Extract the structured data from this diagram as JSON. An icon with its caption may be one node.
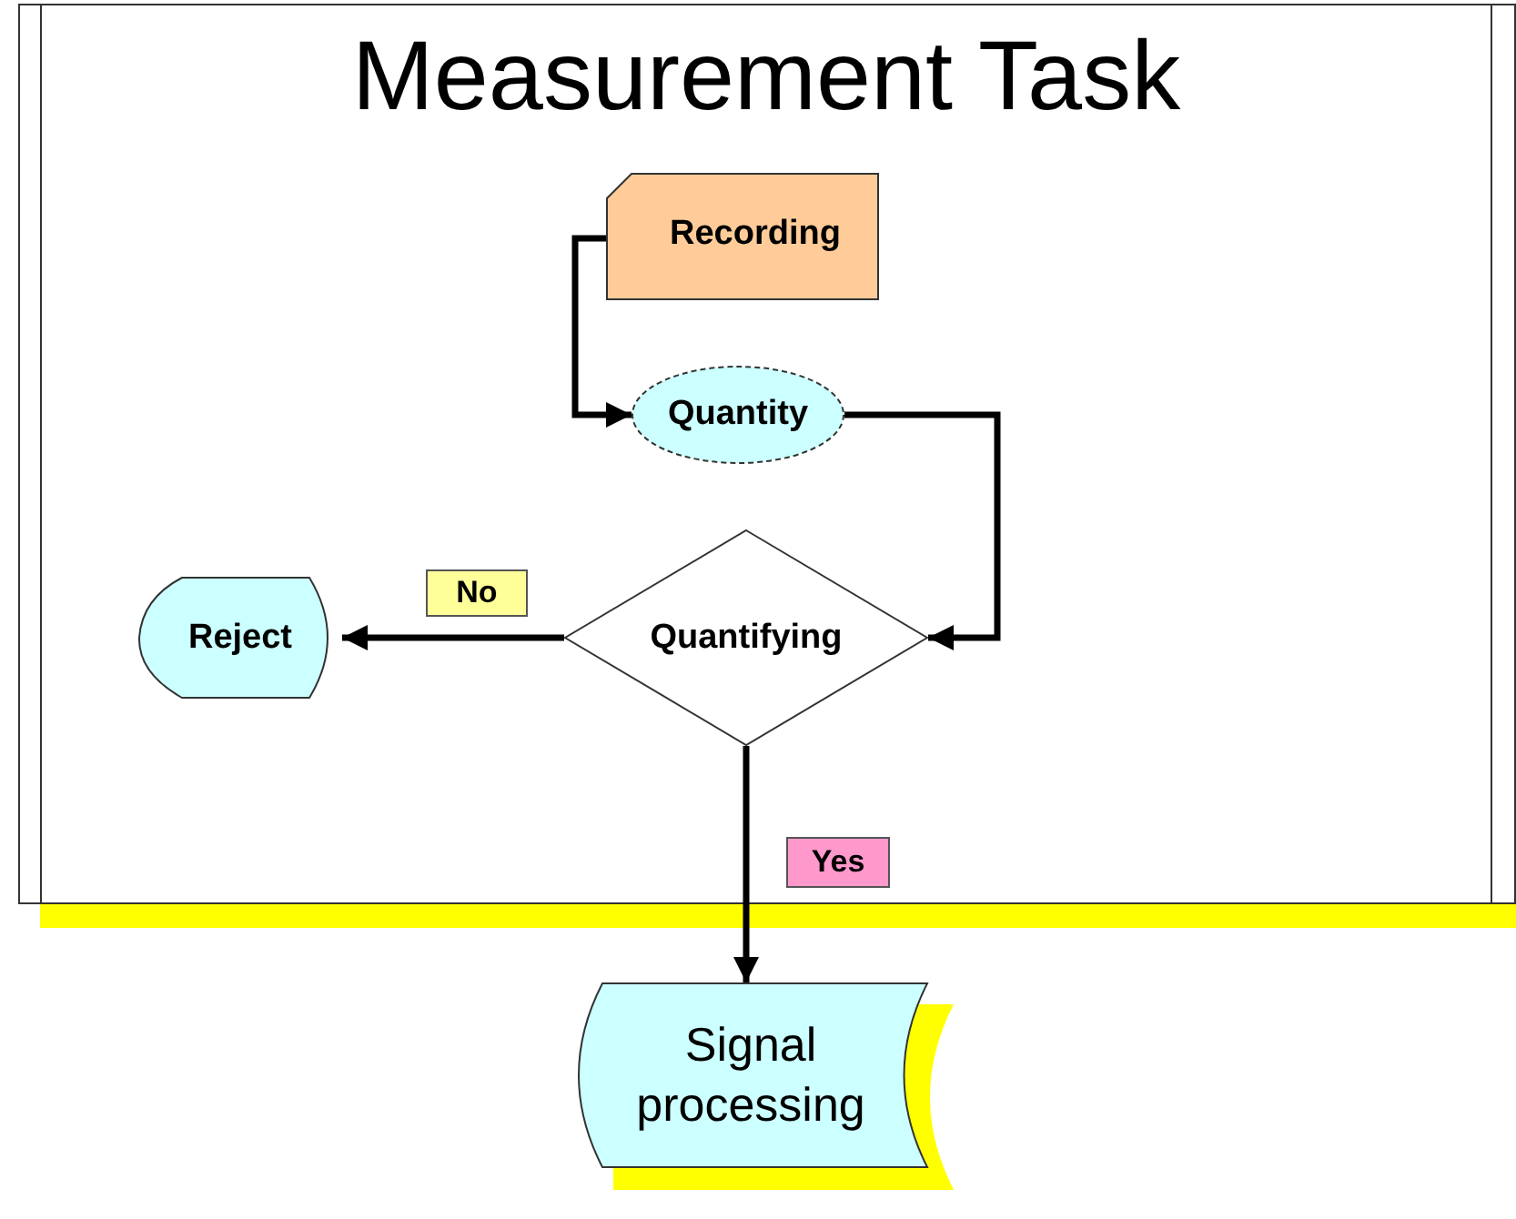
{
  "diagram": {
    "nodes": [
      {
        "text": [
          "Measurement Task"
        ]
      },
      {
        "text": [
          "Recording"
        ],
        "in": 0
      },
      {
        "text": [
          "Quantity"
        ],
        "in": 0
      },
      {
        "text": [
          "Quantifying"
        ],
        "in": 0
      },
      {
        "text": [
          "Reject"
        ],
        "in": 0
      },
      {
        "text": [
          "Signal processing"
        ]
      }
    ],
    "edges": [
      {
        "from": 1,
        "to": 2,
        "arrow": "to"
      },
      {
        "from": 2,
        "to": 3,
        "arrow": "to"
      },
      {
        "from": 3,
        "to": 4,
        "arrow": "to",
        "label": "No"
      },
      {
        "from": 3,
        "to": 5,
        "arrow": "to",
        "label": "Yes"
      }
    ]
  }
}
